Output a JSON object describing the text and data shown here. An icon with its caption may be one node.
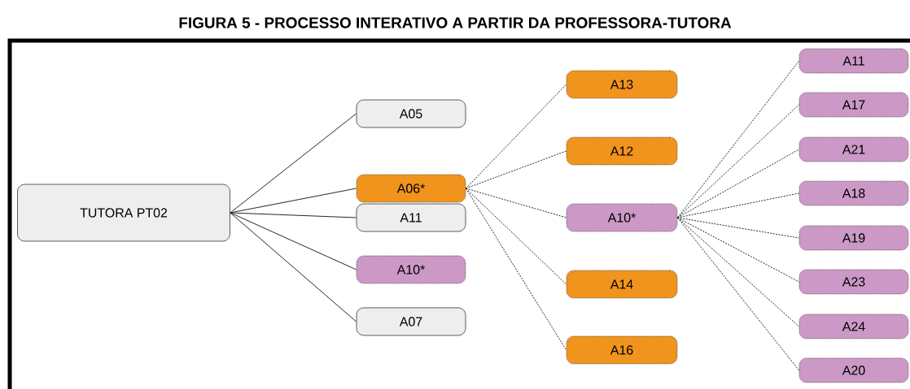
{
  "diagram": {
    "title": "FIGURA 5 - PROCESSO INTERATIVO A PARTIR DA PROFESSORA-TUTORA",
    "nodes": [
      {
        "text": [
          "TUTORA PT02"
        ]
      },
      {
        "text": [
          "A05"
        ]
      },
      {
        "text": [
          "A06*"
        ]
      },
      {
        "text": [
          "A11"
        ]
      },
      {
        "text": [
          "A10*"
        ]
      },
      {
        "text": [
          "A07"
        ]
      },
      {
        "text": [
          "A13"
        ]
      },
      {
        "text": [
          "A12"
        ]
      },
      {
        "text": [
          "A10*"
        ]
      },
      {
        "text": [
          "A14"
        ]
      },
      {
        "text": [
          "A16"
        ]
      },
      {
        "text": [
          "A11"
        ]
      },
      {
        "text": [
          "A17"
        ]
      },
      {
        "text": [
          "A21"
        ]
      },
      {
        "text": [
          "A18"
        ]
      },
      {
        "text": [
          "A19"
        ]
      },
      {
        "text": [
          "A23"
        ]
      },
      {
        "text": [
          "A24"
        ]
      },
      {
        "text": [
          "A20"
        ]
      }
    ],
    "edges": [
      {
        "from": 0,
        "to": 1,
        "arrow": "none"
      },
      {
        "from": 0,
        "to": 2,
        "arrow": "none"
      },
      {
        "from": 0,
        "to": 3,
        "arrow": "none"
      },
      {
        "from": 0,
        "to": 4,
        "arrow": "none"
      },
      {
        "from": 0,
        "to": 5,
        "arrow": "none"
      },
      {
        "from": 2,
        "to": 6,
        "arrow": "none",
        "style": "dashed"
      },
      {
        "from": 2,
        "to": 7,
        "arrow": "none",
        "style": "dashed"
      },
      {
        "from": 2,
        "to": 8,
        "arrow": "none",
        "style": "dashed"
      },
      {
        "from": 2,
        "to": 9,
        "arrow": "none",
        "style": "dashed"
      },
      {
        "from": 2,
        "to": 10,
        "arrow": "none",
        "style": "dashed"
      },
      {
        "from": 8,
        "to": 11,
        "arrow": "none",
        "style": "dashed"
      },
      {
        "from": 8,
        "to": 12,
        "arrow": "none",
        "style": "dashed"
      },
      {
        "from": 8,
        "to": 13,
        "arrow": "none",
        "style": "dashed"
      },
      {
        "from": 8,
        "to": 14,
        "arrow": "none",
        "style": "dashed"
      },
      {
        "from": 8,
        "to": 15,
        "arrow": "none",
        "style": "dashed"
      },
      {
        "from": 8,
        "to": 16,
        "arrow": "none",
        "style": "dashed"
      },
      {
        "from": 8,
        "to": 17,
        "arrow": "none",
        "style": "dashed"
      },
      {
        "from": 8,
        "to": 18,
        "arrow": "none",
        "style": "dashed"
      }
    ]
  }
}
